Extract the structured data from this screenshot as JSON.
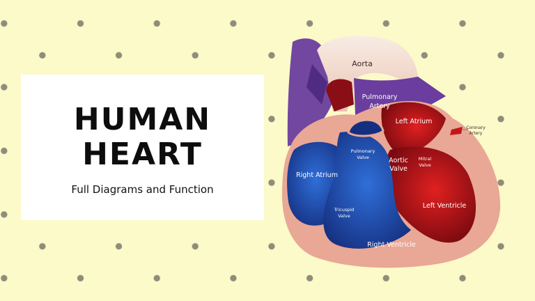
{
  "card": {
    "title_line1": "HUMAN",
    "title_line2": "HEART",
    "subtitle": "Full Diagrams and Function"
  },
  "diagram": {
    "labels": {
      "aorta": "Aorta",
      "pulmonary_artery_1": "Pulmonary",
      "pulmonary_artery_2": "Artery",
      "left_atrium": "Left Atrium",
      "coronary_artery_1": "Coronary",
      "coronary_artery_2": "Artery",
      "pulmonary_valve_1": "Pulmonary",
      "pulmonary_valve_2": "Valve",
      "aortic_valve_1": "Aortic",
      "aortic_valve_2": "Valve",
      "mitral_valve_1": "Mitral",
      "mitral_valve_2": "Valve",
      "right_atrium": "Right Atrium",
      "left_ventricle": "Left Ventricle",
      "tricuspid_valve_1": "Tricuspid",
      "tricuspid_valve_2": "Valve",
      "right_ventricle": "Right Ventricle"
    },
    "colors": {
      "background": "#fbfac8",
      "dots": "#8f8c7a",
      "muscle": "#e9a795",
      "oxygenated": "#c41818",
      "deoxygenated": "#1f3f9c",
      "vessel_purple": "#6a3d9e",
      "aorta": "#f1d7cb"
    }
  }
}
